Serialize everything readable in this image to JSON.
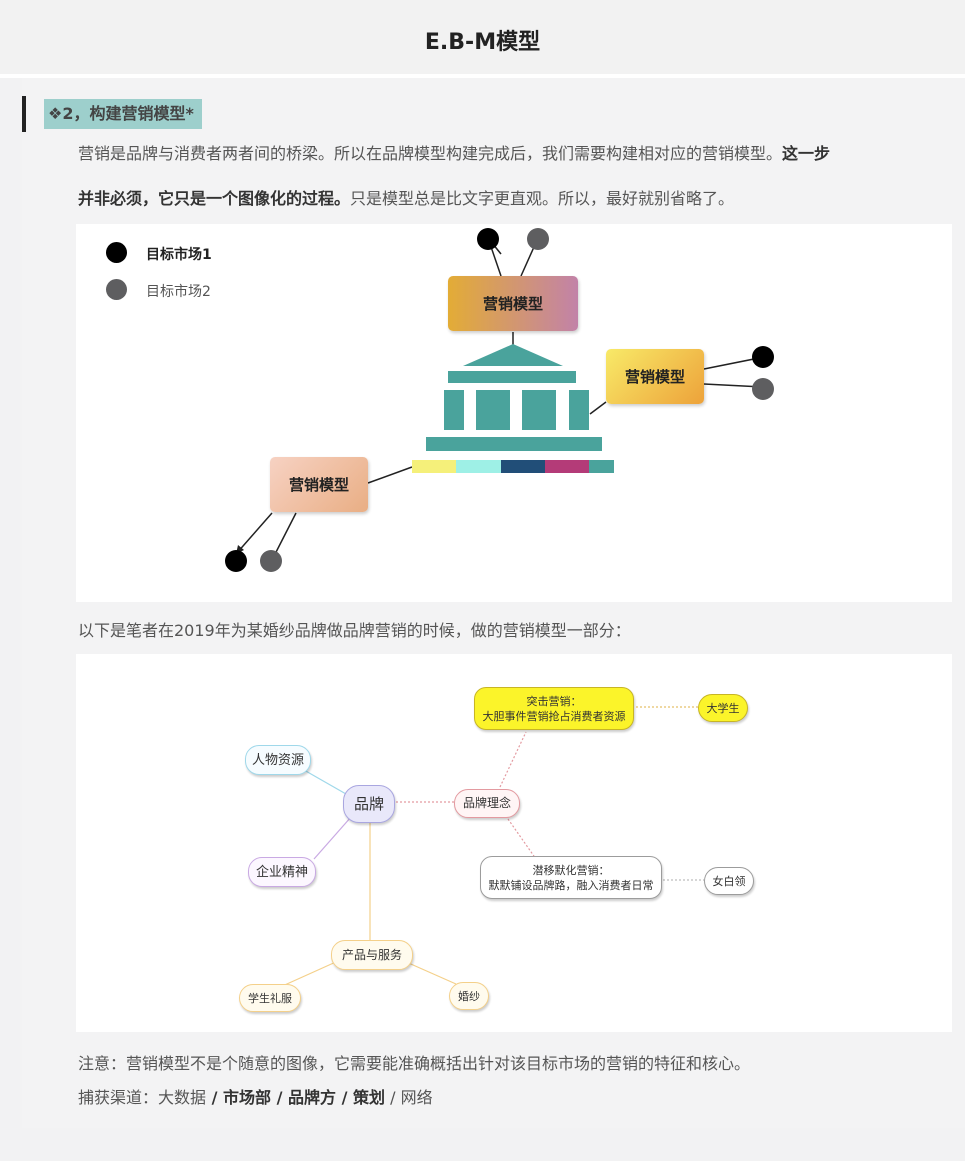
{
  "header": {
    "title": "E.B-M模型"
  },
  "section": {
    "heading": "❖2，构建营销模型*",
    "p1_line1_normal": "营销是品牌与消费者两者间的桥梁。所以在品牌模型构建完成后，我们需要构建相对应的营销模型。",
    "p1_line1_bold": "这一步",
    "p1_line2_bold": "并非必须，它只是一个图像化的过程。",
    "p1_line2_normal": "只是模型总是比文字更直观。所以，最好就别省略了。",
    "p2": "以下是笔者在2019年为某婚纱品牌做品牌营销的时候，做的营销模型一部分：",
    "note": "注意：营销模型不是个随意的图像，它需要能准确概括出针对该目标市场的营销的特征和核心。",
    "channels_label": "捕获渠道：",
    "ch1": "大数据",
    "ch2": "市场部",
    "ch3": "品牌方",
    "ch4": "策划",
    "ch5": "网络",
    "sep": " / "
  },
  "diagram1": {
    "legend": [
      {
        "label": "目标市场1",
        "color": "#000000"
      },
      {
        "label": "目标市场2",
        "color": "#5e5e60"
      }
    ],
    "box_top": "营销模型",
    "box_right": "营销模型",
    "box_left": "营销模型",
    "colors": {
      "building": "#4aa39c",
      "strip": [
        "#f5f07a",
        "#9ef0e6",
        "#214e78",
        "#b43b78",
        "#4aa39c"
      ]
    }
  },
  "diagram2": {
    "center": "品牌",
    "human": "人物资源",
    "spirit": "企业精神",
    "concept": "品牌理念",
    "product": "产品与服务",
    "tuji_1": "突击营销：",
    "tuji_2": "大胆事件营销抢占消费者资源",
    "qianyi_1": "潜移默化营销：",
    "qianyi_2": "默默铺设品牌路，融入消费者日常",
    "student": "大学生",
    "whitecollar": "女白领",
    "dress": "学生礼服",
    "wedding": "婚纱"
  }
}
